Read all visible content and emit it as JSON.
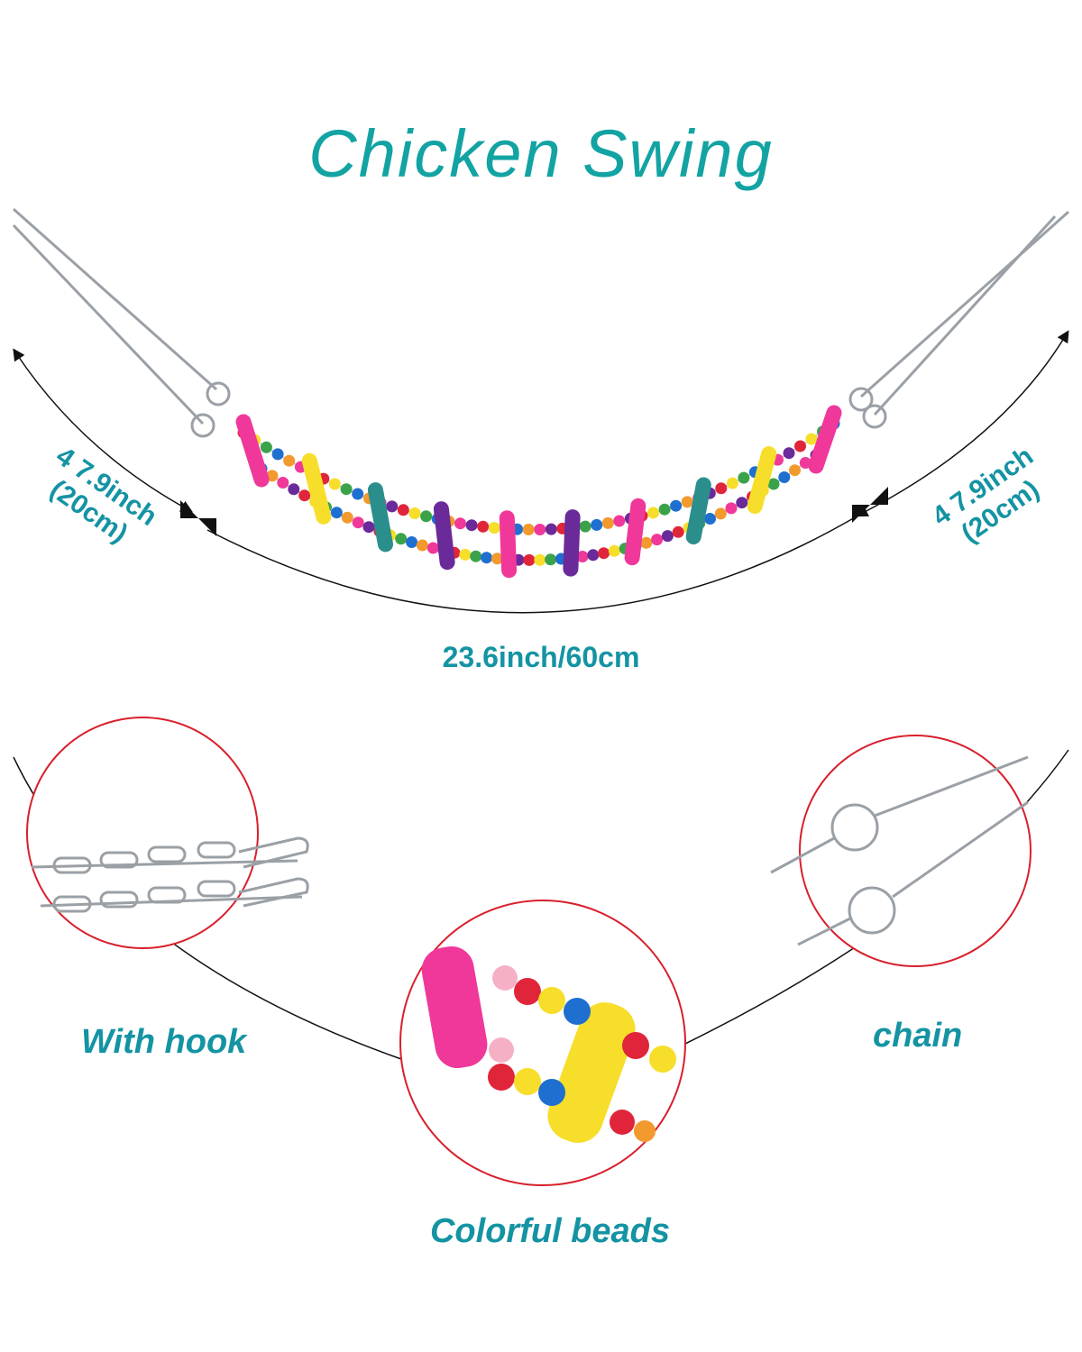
{
  "title": "Chicken Swing",
  "dimensions": {
    "left": {
      "line1": "4 7.9inch",
      "line2": "(20cm)"
    },
    "right": {
      "line1": "4 7.9inch",
      "line2": "(20cm)"
    },
    "total": "23.6inch/60cm"
  },
  "features": {
    "hook": "With hook",
    "chain": "chain",
    "beads": "Colorful beads"
  },
  "colors": {
    "accent": "#13a3a3",
    "circle_border": "#d8202c",
    "pink": "#f0389a",
    "yellow": "#f7de2a",
    "teal": "#2a8f8c",
    "purple": "#6b2a9a",
    "red": "#e0253a",
    "blue": "#1f6fd0",
    "green": "#3aa34a",
    "orange": "#f29a2e"
  },
  "icons": {
    "arrow": "arrow-icon",
    "hook": "hook-icon",
    "ring": "ring-icon"
  }
}
